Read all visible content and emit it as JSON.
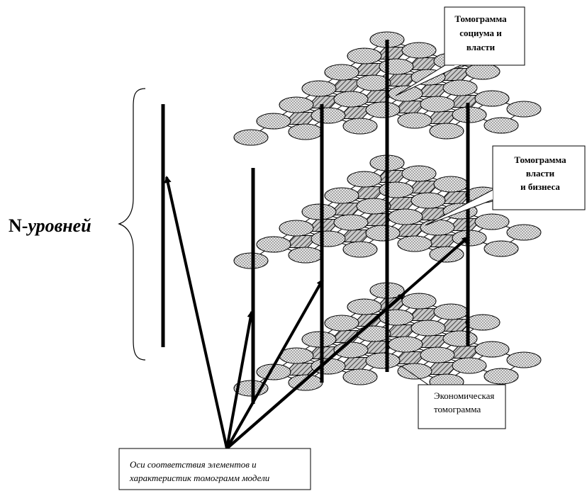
{
  "levels_label": {
    "prefix": "N-",
    "word": "уровней"
  },
  "callouts": {
    "top": {
      "lines": [
        "Томограмма",
        "социума и",
        "власти"
      ]
    },
    "middle": {
      "lines": [
        "Томограмма",
        "власти",
        "и бизнеса"
      ]
    },
    "economic": {
      "lines": [
        "Экономическая",
        "томограмма"
      ]
    },
    "axes": {
      "lines": [
        "Оси соответствия элементов и",
        "характеристик томограмм модели"
      ]
    }
  },
  "icons": {
    "element": "dotted-ellipse-icon",
    "characteristic": "hatched-parallelogram-icon"
  }
}
